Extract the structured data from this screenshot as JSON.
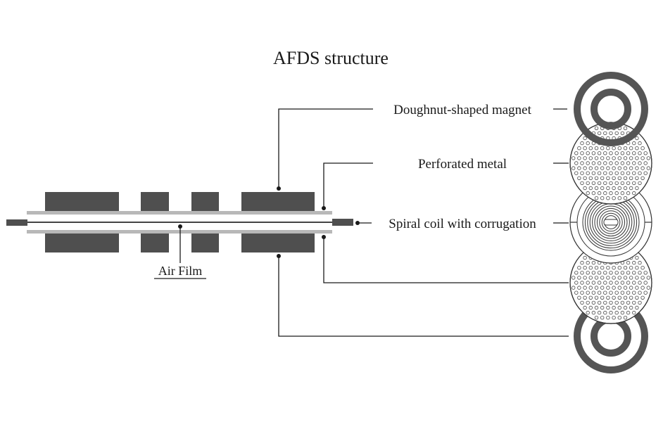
{
  "diagram": {
    "title": "AFDS structure",
    "labels": {
      "magnet": "Doughnut-shaped magnet",
      "perforated": "Perforated metal",
      "spiral": "Spiral coil with corrugation",
      "air_film": "Air Film"
    },
    "colors": {
      "block": "#4f4f4f",
      "plate": "#b8b8b8",
      "line": "#1a1a1a",
      "ring": "#555555"
    }
  }
}
